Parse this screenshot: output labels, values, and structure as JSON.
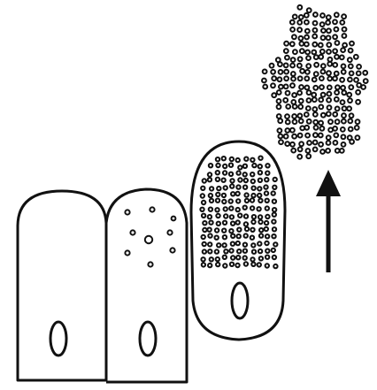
{
  "diagram": {
    "ink_color": "#111111",
    "background_color": "#ffffff",
    "stages": [
      {
        "id": "cell-1",
        "content": "empty",
        "nucleus": true
      },
      {
        "id": "cell-2",
        "content": "few-granules",
        "nucleus": true
      },
      {
        "id": "cell-3",
        "content": "densely-packed-granules",
        "nucleus": true
      },
      {
        "id": "released-cluster",
        "content": "granule-mass",
        "nucleus": false
      }
    ],
    "arrow": {
      "direction": "up",
      "meaning": "release"
    }
  }
}
